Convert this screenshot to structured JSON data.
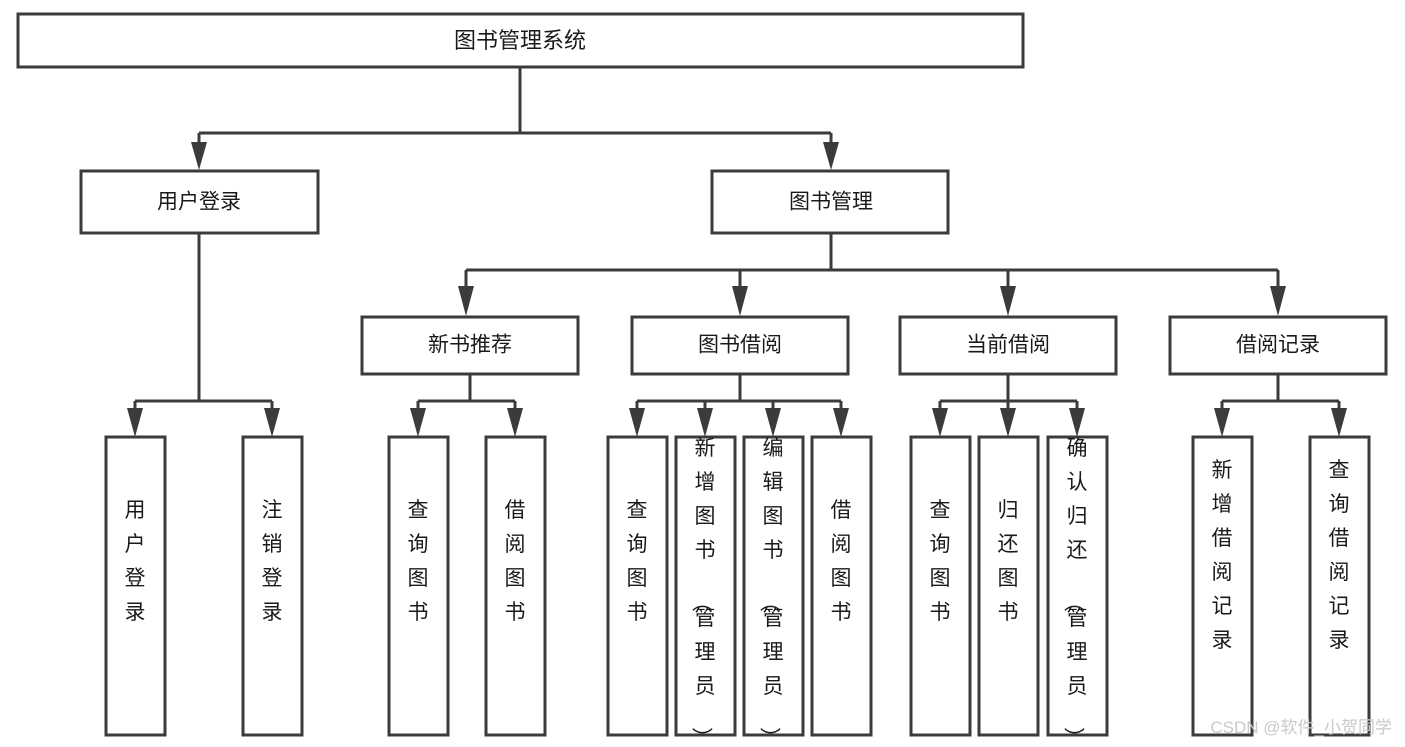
{
  "diagram": {
    "title": "图书管理系统",
    "type": "tree-hierarchy-functional-decomposition",
    "root": {
      "label": "图书管理系统"
    },
    "level2": [
      {
        "label": "用户登录"
      },
      {
        "label": "图书管理"
      }
    ],
    "level3": [
      {
        "label": "新书推荐"
      },
      {
        "label": "图书借阅"
      },
      {
        "label": "当前借阅"
      },
      {
        "label": "借阅记录"
      }
    ],
    "leaves": {
      "user_login": [
        {
          "label": "用户登录"
        },
        {
          "label": "注销登录"
        }
      ],
      "new_book": [
        {
          "label": "查询图书"
        },
        {
          "label": "借阅图书"
        }
      ],
      "book_borrow": [
        {
          "label": "查询图书"
        },
        {
          "label": "新增图书（管理员）"
        },
        {
          "label": "编辑图书（管理员）"
        },
        {
          "label": "借阅图书"
        }
      ],
      "current_borrow": [
        {
          "label": "查询图书"
        },
        {
          "label": "归还图书"
        },
        {
          "label": "确认归还（管理员）"
        }
      ],
      "borrow_record": [
        {
          "label": "新增借阅记录"
        },
        {
          "label": "查询借阅记录"
        }
      ]
    }
  },
  "watermark": {
    "text": "CSDN @软件_小贺同学"
  },
  "colors": {
    "box_stroke": "#3b3b3b",
    "box_fill": "#ffffff",
    "text": "#1a1a1a",
    "watermark": "#c9c9c9",
    "background": "#ffffff"
  }
}
